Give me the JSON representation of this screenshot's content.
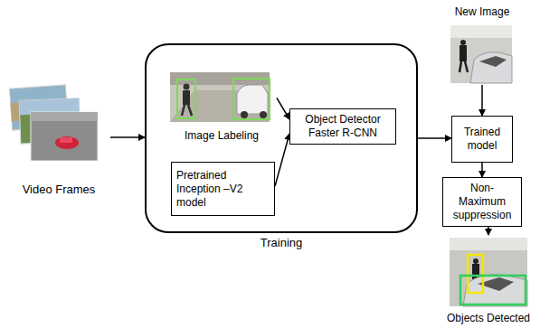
{
  "diagram": {
    "nodes": [
      {
        "text": [
          "Video Frames"
        ]
      },
      {
        "text": [
          "Training"
        ]
      },
      {
        "text": [
          "Image Labeling"
        ],
        "in": 1
      },
      {
        "text": [
          "Pretrained Inception –V2 model"
        ],
        "in": 1
      },
      {
        "text": [
          "Object Detector Faster R-CNN"
        ],
        "in": 1
      },
      {
        "text": [
          "New Image"
        ]
      },
      {
        "text": [
          "Trained model"
        ]
      },
      {
        "text": [
          "Non-Maximum suppression"
        ]
      },
      {
        "text": [
          "Objects Detected"
        ]
      }
    ],
    "edges": [
      {
        "from": 0,
        "to": 1,
        "arrow": "to"
      },
      {
        "from": 2,
        "to": 4,
        "arrow": "to"
      },
      {
        "from": 3,
        "to": 4,
        "arrow": "to"
      },
      {
        "from": 1,
        "to": 6,
        "arrow": "to"
      },
      {
        "from": 5,
        "to": 6,
        "arrow": "to"
      },
      {
        "from": 6,
        "to": 7,
        "arrow": "to"
      },
      {
        "from": 7,
        "to": 8,
        "arrow": "to"
      }
    ]
  }
}
